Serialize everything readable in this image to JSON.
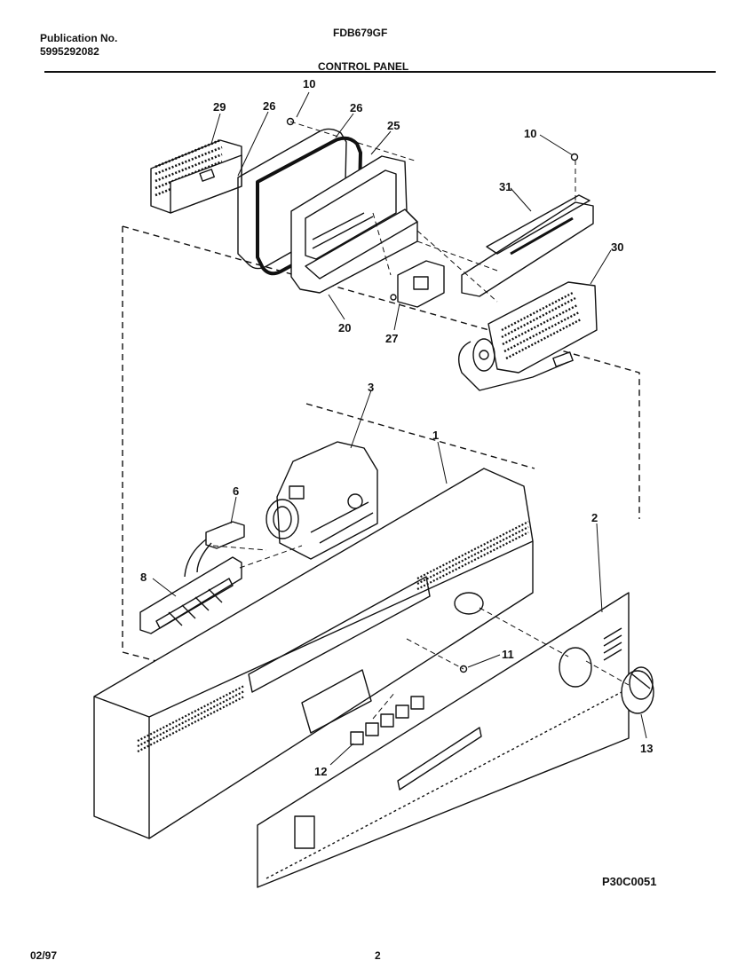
{
  "header": {
    "publication_label": "Publication No.",
    "publication_number": "5995292082",
    "model": "FDB679GF",
    "section_title": "CONTROL PANEL"
  },
  "callouts": {
    "c29": "29",
    "c26a": "26",
    "c10a": "10",
    "c26b": "26",
    "c25": "25",
    "c10b": "10",
    "c31": "31",
    "c30": "30",
    "c20": "20",
    "c27": "27",
    "c3": "3",
    "c1": "1",
    "c6": "6",
    "c2": "2",
    "c8": "8",
    "c11": "11",
    "c12": "12",
    "c13": "13"
  },
  "footer": {
    "diagram_code": "P30C0051",
    "date": "02/97",
    "page_number": "2"
  }
}
